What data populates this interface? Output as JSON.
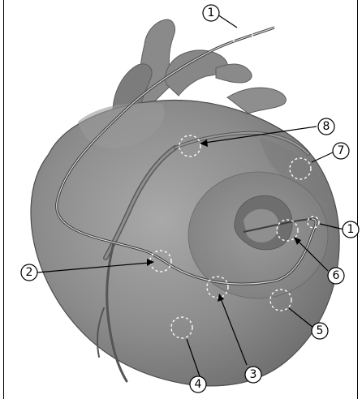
{
  "callouts": [
    {
      "label": "1"
    },
    {
      "label": "1"
    },
    {
      "label": "2"
    },
    {
      "label": "3"
    },
    {
      "label": "4"
    },
    {
      "label": "5"
    },
    {
      "label": "6"
    },
    {
      "label": "7"
    },
    {
      "label": "8"
    }
  ]
}
